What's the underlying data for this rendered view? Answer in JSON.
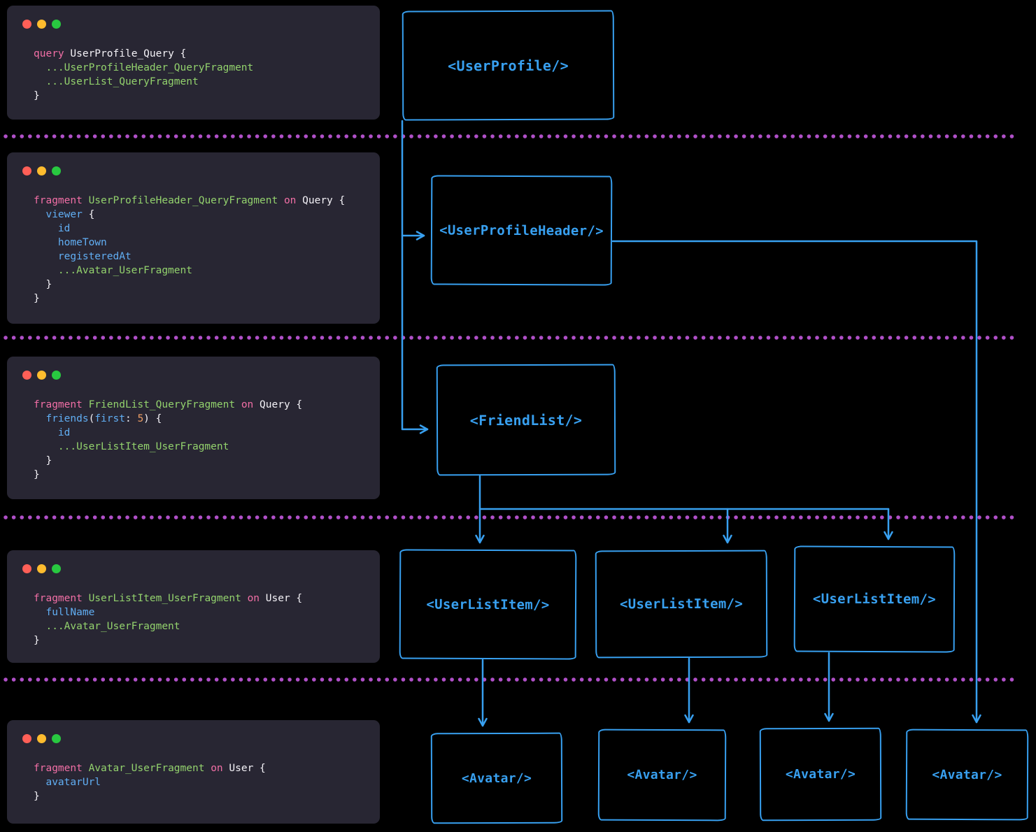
{
  "colors": {
    "background": "#000000",
    "window_background": "#282633",
    "diagram_blue": "#38a0f0",
    "separator_purple": "#b050c8",
    "keyword_pink": "#f26fa6",
    "fragment_green": "#93d26d",
    "field_blue": "#61aef3",
    "number_orange": "#ed9e66",
    "plain_text": "#f4f2f7",
    "traffic_red": "#ff5f57",
    "traffic_yellow": "#febc2e",
    "traffic_green": "#28c840"
  },
  "code_windows": [
    {
      "name": "user-profile-query",
      "lines": [
        [
          {
            "c": "kw",
            "t": "query "
          },
          {
            "c": "plain",
            "t": "UserProfile_Query {"
          }
        ],
        [
          {
            "c": "green",
            "t": "  ...UserProfileHeader_QueryFragment"
          }
        ],
        [
          {
            "c": "green",
            "t": "  ...UserList_QueryFragment"
          }
        ],
        [
          {
            "c": "plain",
            "t": "}"
          }
        ]
      ]
    },
    {
      "name": "user-profile-header-query-fragment",
      "lines": [
        [
          {
            "c": "kw",
            "t": "fragment "
          },
          {
            "c": "green",
            "t": "UserProfileHeader_QueryFragment "
          },
          {
            "c": "kw",
            "t": "on "
          },
          {
            "c": "plain",
            "t": "Query {"
          }
        ],
        [
          {
            "c": "field",
            "t": "  viewer "
          },
          {
            "c": "plain",
            "t": "{"
          }
        ],
        [
          {
            "c": "field",
            "t": "    id"
          }
        ],
        [
          {
            "c": "field",
            "t": "    homeTown"
          }
        ],
        [
          {
            "c": "field",
            "t": "    registeredAt"
          }
        ],
        [
          {
            "c": "green",
            "t": "    ...Avatar_UserFragment"
          }
        ],
        [
          {
            "c": "plain",
            "t": "  }"
          }
        ],
        [
          {
            "c": "plain",
            "t": "}"
          }
        ]
      ]
    },
    {
      "name": "friend-list-query-fragment",
      "lines": [
        [
          {
            "c": "kw",
            "t": "fragment "
          },
          {
            "c": "green",
            "t": "FriendList_QueryFragment "
          },
          {
            "c": "kw",
            "t": "on "
          },
          {
            "c": "plain",
            "t": "Query {"
          }
        ],
        [
          {
            "c": "field",
            "t": "  friends"
          },
          {
            "c": "plain",
            "t": "("
          },
          {
            "c": "field",
            "t": "first"
          },
          {
            "c": "plain",
            "t": ": "
          },
          {
            "c": "num",
            "t": "5"
          },
          {
            "c": "plain",
            "t": ") {"
          }
        ],
        [
          {
            "c": "field",
            "t": "    id"
          }
        ],
        [
          {
            "c": "green",
            "t": "    ...UserListItem_UserFragment"
          }
        ],
        [
          {
            "c": "plain",
            "t": "  }"
          }
        ],
        [
          {
            "c": "plain",
            "t": "}"
          }
        ]
      ]
    },
    {
      "name": "user-list-item-user-fragment",
      "lines": [
        [
          {
            "c": "kw",
            "t": "fragment "
          },
          {
            "c": "green",
            "t": "UserListItem_UserFragment "
          },
          {
            "c": "kw",
            "t": "on "
          },
          {
            "c": "plain",
            "t": "User {"
          }
        ],
        [
          {
            "c": "field",
            "t": "  fullName"
          }
        ],
        [
          {
            "c": "green",
            "t": "  ...Avatar_UserFragment"
          }
        ],
        [
          {
            "c": "plain",
            "t": "}"
          }
        ]
      ]
    },
    {
      "name": "avatar-user-fragment",
      "lines": [
        [
          {
            "c": "kw",
            "t": "fragment "
          },
          {
            "c": "green",
            "t": "Avatar_UserFragment "
          },
          {
            "c": "kw",
            "t": "on "
          },
          {
            "c": "plain",
            "t": "User {"
          }
        ],
        [
          {
            "c": "field",
            "t": "  avatarUrl"
          }
        ],
        [
          {
            "c": "plain",
            "t": "}"
          }
        ]
      ]
    }
  ],
  "diagram": {
    "boxes": [
      {
        "label": "<UserProfile/>"
      },
      {
        "label": "<UserProfileHeader/>"
      },
      {
        "label": "<FriendList/>"
      },
      {
        "label": "<UserListItem/>"
      },
      {
        "label": "<UserListItem/>"
      },
      {
        "label": "<UserListItem/>"
      },
      {
        "label": "<Avatar/>"
      },
      {
        "label": "<Avatar/>"
      },
      {
        "label": "<Avatar/>"
      },
      {
        "label": "<Avatar/>"
      }
    ]
  }
}
